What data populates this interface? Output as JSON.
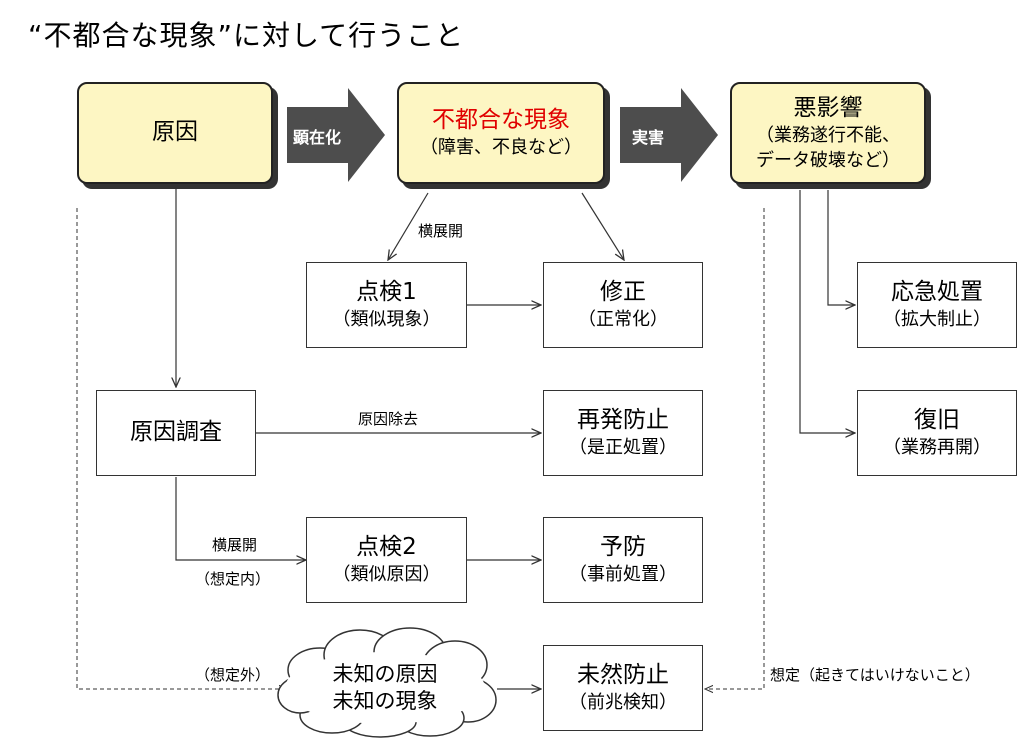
{
  "title": "“不都合な現象”に対して行うこと",
  "nodes": {
    "cause": {
      "label": "原因"
    },
    "phenomenon": {
      "label": "不都合な現象",
      "sub": "（障害、不良など）"
    },
    "impact": {
      "label": "悪影響",
      "sub1": "（業務遂行不能、",
      "sub2": "データ破壊など）"
    },
    "check1": {
      "label": "点検1",
      "sub": "（類似現象）"
    },
    "fix": {
      "label": "修正",
      "sub": "（正常化）"
    },
    "emergency": {
      "label": "応急処置",
      "sub": "（拡大制止）"
    },
    "investigation": {
      "label": "原因調査"
    },
    "recurrence": {
      "label": "再発防止",
      "sub": "（是正処置）"
    },
    "recovery": {
      "label": "復旧",
      "sub": "（業務再開）"
    },
    "check2": {
      "label": "点検2",
      "sub": "（類似原因）"
    },
    "prevention": {
      "label": "予防",
      "sub": "（事前処置）"
    },
    "unknown": {
      "line1": "未知の原因",
      "line2": "未知の現象"
    },
    "proactive": {
      "label": "未然防止",
      "sub": "（前兆検知）"
    }
  },
  "arrows": {
    "manifest": "顕在化",
    "harm": "実害"
  },
  "edge_labels": {
    "deploy1": "横展開",
    "remove_cause": "原因除去",
    "deploy2": "横展開",
    "assumed_in": "（想定内）",
    "assumed_out": "（想定外）",
    "assumed_right": "想定（起きてはいけないこと）"
  },
  "colors": {
    "yellow_box": "#fdf6c3",
    "red_text": "#e00000",
    "dark_arrow": "#4d4d4d"
  }
}
